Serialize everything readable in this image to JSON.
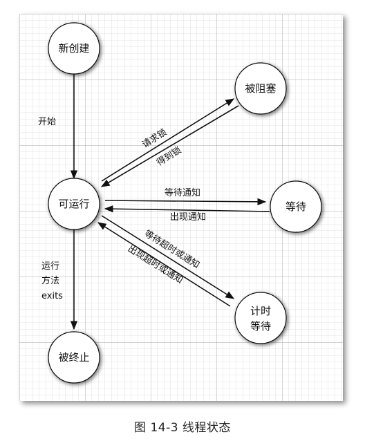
{
  "states": {
    "new": "新创建",
    "runnable": "可运行",
    "blocked": "被阻塞",
    "waiting": "等待",
    "timed_waiting_line1": "计时",
    "timed_waiting_line2": "等待",
    "terminated": "被终止"
  },
  "transitions": {
    "start": "开始",
    "request_lock": "请求锁",
    "acquire_lock": "得到锁",
    "wait_for_notify": "等待通知",
    "notify_occurs": "出现通知",
    "wait_timeout_or_notify": "等待超时或通知",
    "timeout_or_notify_occurs": "出现超时或通知",
    "run_exits_line1": "运行",
    "run_exits_line2": "方法",
    "run_exits_line3": "exits"
  },
  "caption": "图 14-3    线程状态"
}
